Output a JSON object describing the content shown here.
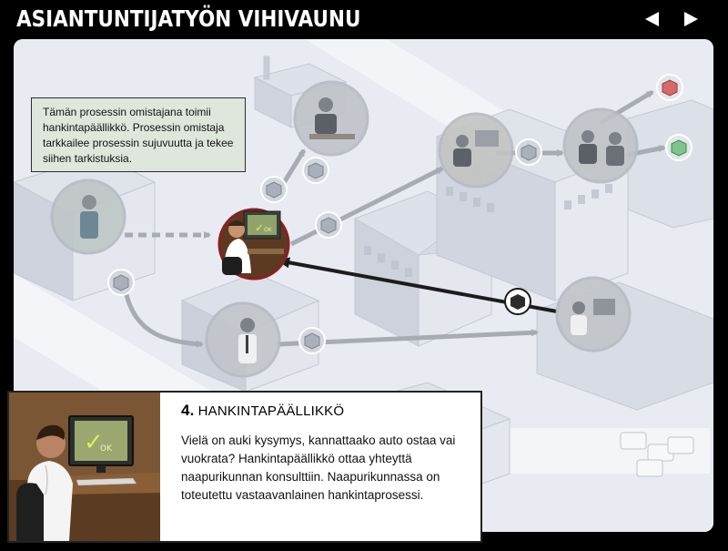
{
  "header": {
    "title": "ASIANTUNTIJATYÖN VIHIVAUNU",
    "prev_icon": "triangle-left-icon",
    "next_icon": "triangle-right-icon"
  },
  "info_box": {
    "text": "Tämän prosessin omistajana toimii hankintapäällikkö. Prosessin omistaja tarkkailee prosessin sujuvuutta ja tekee siihen tarkistuksia."
  },
  "detail": {
    "number": "4.",
    "title": "HANKINTAPÄÄLLIKKÖ",
    "body": "Vielä on auki kysymys, kannattaako auto ostaa vai vuokrata? Hankintapäällikkö ottaa yhteyttä naapurikunnan konsulttiin. Naapurikunnassa on toteutettu vastaavanlainen hankintaprosessi."
  },
  "colors": {
    "background": "#000000",
    "scene": "#e9ecf2",
    "info_box_bg": "#dfe6dc",
    "active_node_border": "#8b1f24",
    "arrow_gray": "#a7abb3",
    "arrow_dark": "#1c1c1c"
  }
}
